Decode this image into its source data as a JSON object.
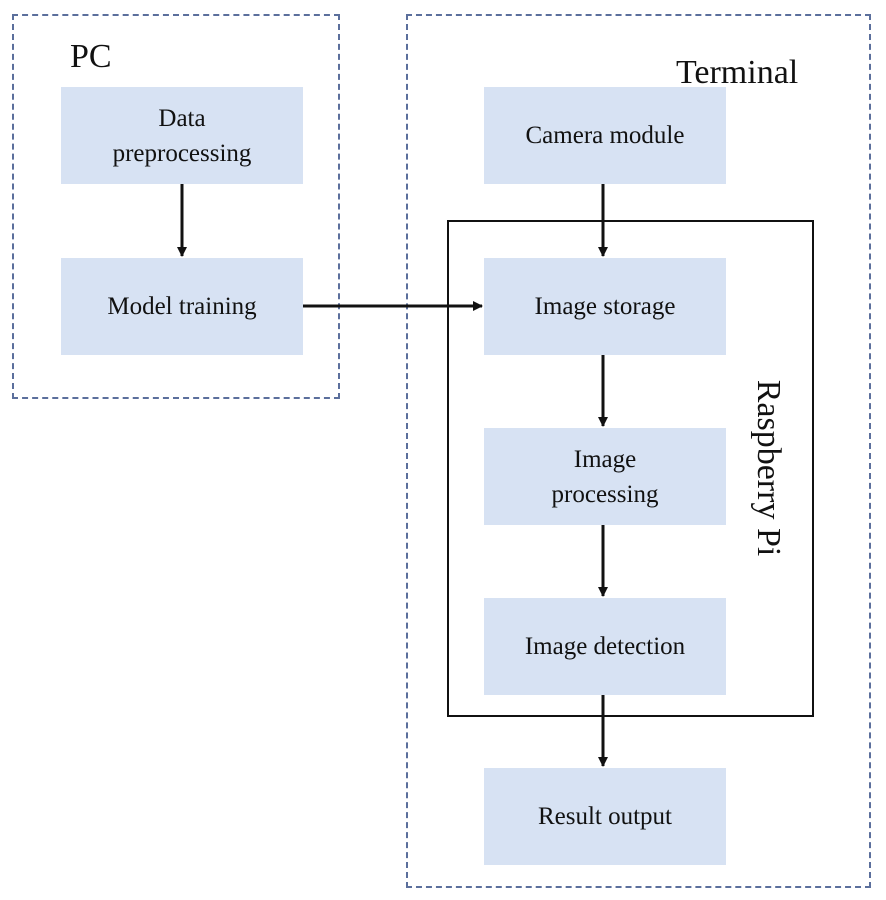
{
  "groups": {
    "pc": "PC",
    "terminal": "Terminal",
    "raspberry_pi": "Raspberry Pi"
  },
  "blocks": {
    "data_preprocessing": "Data\npreprocessing",
    "model_training": "Model training",
    "camera_module": "Camera module",
    "image_storage": "Image storage",
    "image_processing": "Image\nprocessing",
    "image_detection": "Image detection",
    "result_output": "Result output"
  },
  "edges": [
    {
      "from": "Data preprocessing",
      "to": "Model training"
    },
    {
      "from": "Model training",
      "to": "Image storage"
    },
    {
      "from": "Camera module",
      "to": "Image storage"
    },
    {
      "from": "Image storage",
      "to": "Image processing"
    },
    {
      "from": "Image processing",
      "to": "Image detection"
    },
    {
      "from": "Image detection",
      "to": "Result output"
    }
  ],
  "colors": {
    "block_fill": "#d7e2f3",
    "dashed_border": "#5b6f9c",
    "line": "#111111"
  }
}
